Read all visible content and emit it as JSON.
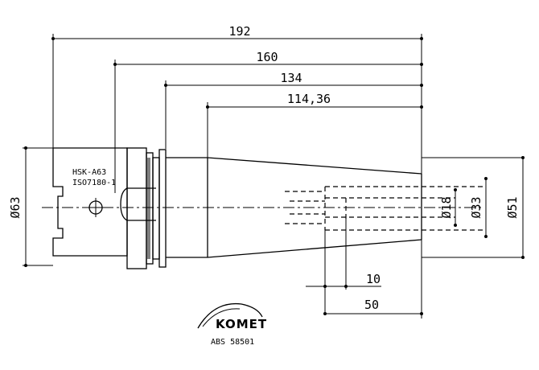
{
  "dimensions": {
    "overall_length": "192",
    "length_160": "160",
    "length_134": "134",
    "length_114": "114,36",
    "shank_diameter": "Ø63",
    "nose_diameter": "Ø51",
    "bore_33": "Ø33",
    "bore_18": "Ø18",
    "offset_10": "10",
    "depth_50": "50"
  },
  "shank": {
    "label_line1": "HSK-A63",
    "label_line2": "ISO7180-1"
  },
  "brand": {
    "name": "KOMET",
    "code": "ABS 58501"
  }
}
